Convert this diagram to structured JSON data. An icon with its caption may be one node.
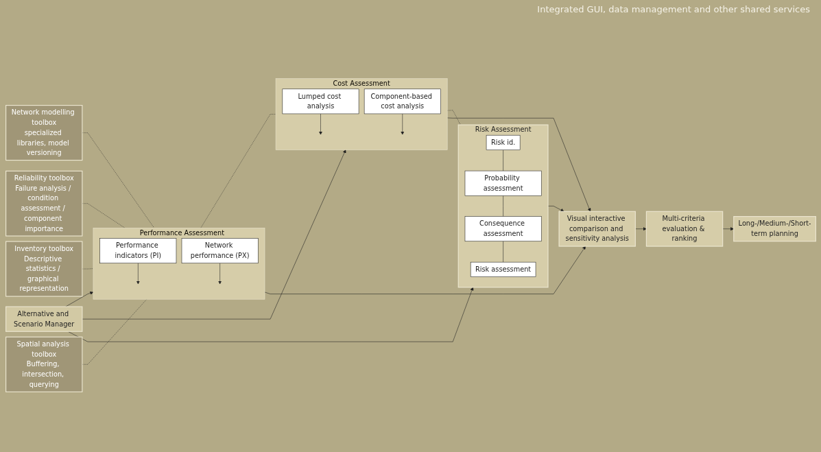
{
  "diagram": {
    "nodes": [
      {
        "text": [
          "Alternative and Scenario Manager"
        ]
      },
      {
        "text": [
          "Performance Assessment"
        ]
      },
      {
        "text": [
          "Performance indicators (PI)"
        ],
        "in": 1
      },
      {
        "text": [
          "Network performance (PX)"
        ],
        "in": 1
      },
      {
        "text": [
          "Cost Assessment"
        ]
      },
      {
        "text": [
          "Lumped cost analysis"
        ],
        "in": 4
      },
      {
        "text": [
          "Component-based cost analysis"
        ],
        "in": 4
      },
      {
        "text": [
          "Risk Assessment"
        ]
      },
      {
        "text": [
          "Risk id."
        ],
        "in": 7
      },
      {
        "text": [
          "Probability assessment"
        ],
        "in": 7
      },
      {
        "text": [
          "Consequence assessment"
        ],
        "in": 7
      },
      {
        "text": [
          "Risk assessment"
        ],
        "in": 7
      },
      {
        "text": [
          "Network modelling toolbox",
          "specialized libraries, model versioning"
        ]
      },
      {
        "text": [
          "Reliability toolbox",
          "Failure analysis / condition assessment / component importance"
        ]
      },
      {
        "text": [
          "Inventory toolbox",
          "Descriptive statistics / graphical representation"
        ]
      },
      {
        "text": [
          "Spatial analysis toolbox",
          "Buffering, intersection, querying"
        ]
      },
      {
        "text": [
          "Visual interactive comparison and sensitivity analysis"
        ]
      },
      {
        "text": [
          "Multi-criteria evaluation & ranking"
        ]
      },
      {
        "text": [
          "Long-/Medium-/Short-term planning"
        ]
      }
    ],
    "edges": [
      {
        "from": 0,
        "to": 1,
        "arrow": "to"
      },
      {
        "from": 0,
        "to": 4,
        "arrow": "to"
      },
      {
        "from": 0,
        "to": 7,
        "arrow": "to"
      },
      {
        "from": 2,
        "to": null,
        "arrow": "to"
      },
      {
        "from": 3,
        "to": null,
        "arrow": "to"
      },
      {
        "from": 5,
        "to": null,
        "arrow": "to"
      },
      {
        "from": 6,
        "to": null,
        "arrow": "to"
      },
      {
        "from": 8,
        "to": 9,
        "arrow": "none"
      },
      {
        "from": 9,
        "to": 10,
        "arrow": "none"
      },
      {
        "from": 10,
        "to": 11,
        "arrow": "none"
      },
      {
        "from": 12,
        "to": 1,
        "arrow": "none",
        "style": "dashed"
      },
      {
        "from": 13,
        "to": 1,
        "arrow": "none",
        "style": "dashed"
      },
      {
        "from": 14,
        "to": 1,
        "arrow": "none",
        "style": "dashed"
      },
      {
        "from": 15,
        "to": 1,
        "arrow": "none",
        "style": "dashed"
      },
      {
        "from": 1,
        "to": 4,
        "arrow": "none",
        "style": "dashed"
      },
      {
        "from": 4,
        "to": 7,
        "arrow": "none",
        "style": "dashed"
      },
      {
        "from": 1,
        "to": 16,
        "arrow": "to"
      },
      {
        "from": 4,
        "to": 16,
        "arrow": "to"
      },
      {
        "from": 7,
        "to": 16,
        "arrow": "to"
      },
      {
        "from": 16,
        "to": 17,
        "arrow": "to"
      },
      {
        "from": 17,
        "to": 18,
        "arrow": "to"
      }
    ],
    "labels": [
      "Integrated GUI, data management and other shared services"
    ]
  }
}
